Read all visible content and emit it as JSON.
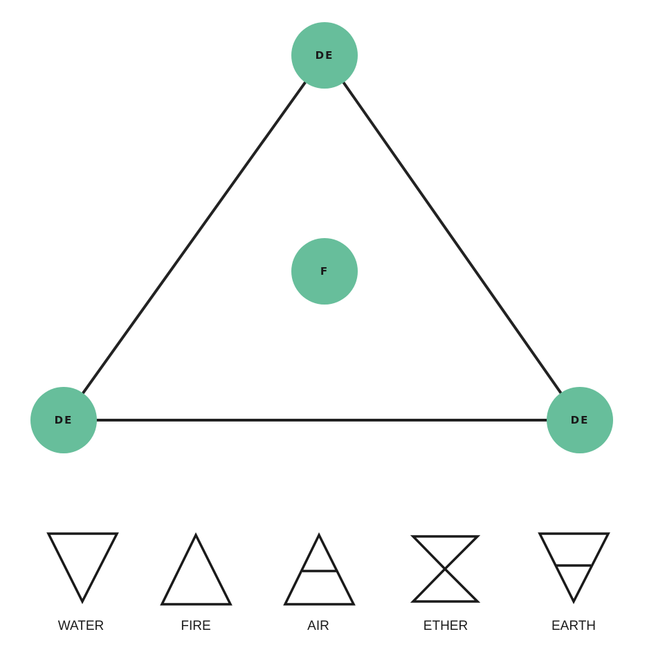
{
  "colors": {
    "node_fill": "#67be9b",
    "stroke": "#222222",
    "text": "#1a1a1a"
  },
  "nodes": {
    "top": {
      "label": "DE"
    },
    "center": {
      "label": "F"
    },
    "bottom_left": {
      "label": "DE"
    },
    "bottom_right": {
      "label": "DE"
    }
  },
  "elements": [
    {
      "name": "WATER",
      "symbol": "water-symbol-icon"
    },
    {
      "name": "FIRE",
      "symbol": "fire-symbol-icon"
    },
    {
      "name": "AIR",
      "symbol": "air-symbol-icon"
    },
    {
      "name": "ETHER",
      "symbol": "ether-symbol-icon"
    },
    {
      "name": "EARTH",
      "symbol": "earth-symbol-icon"
    }
  ]
}
